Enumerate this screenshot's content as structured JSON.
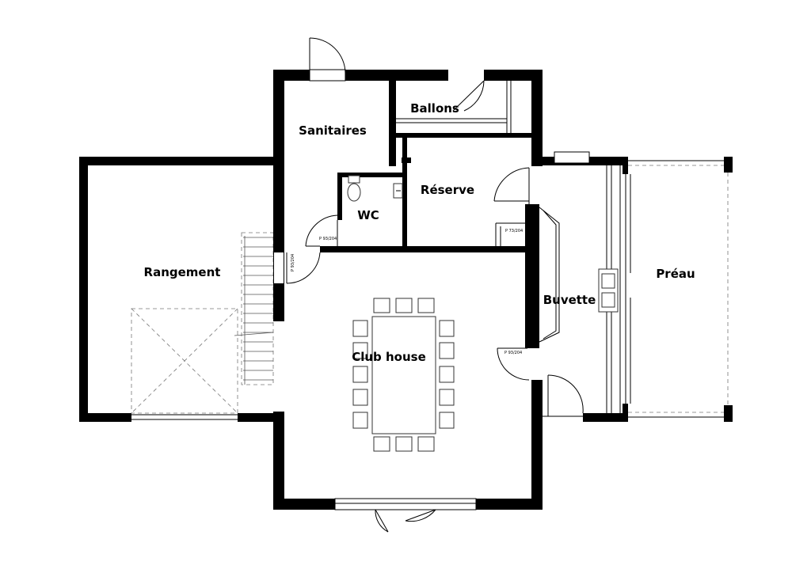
{
  "rooms": {
    "sanitaires": "Sanitaires",
    "ballons": "Ballons",
    "reserve": "Réserve",
    "wc": "WC",
    "rangement": "Rangement",
    "buvette": "Buvette",
    "preau": "Préau",
    "club_house": "Club house"
  },
  "door_tags": {
    "wc_door": "P 93/204",
    "sanitaires_door": "P 93/204",
    "reserve_door": "P 73/204",
    "buvette_door": "P 93/204"
  }
}
